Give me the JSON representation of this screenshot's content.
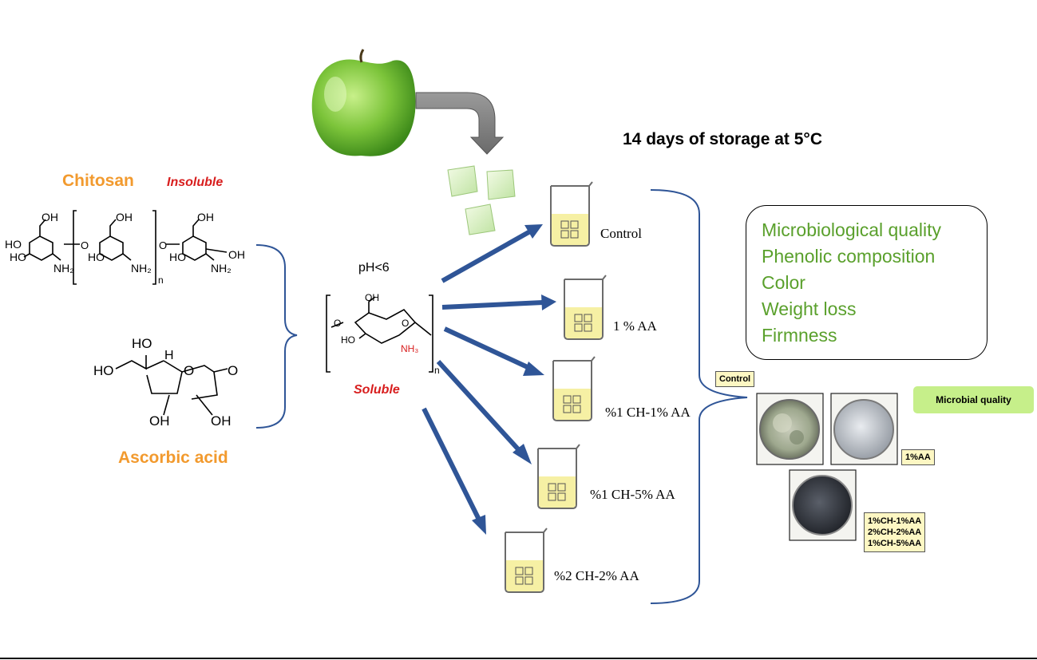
{
  "title": "14 days of storage at 5°C",
  "chitosan": {
    "label": "Chitosan",
    "solubility": "Insoluble"
  },
  "ascorbic": {
    "label": "Ascorbic acid"
  },
  "soluble_chitosan": {
    "condition": "pH<6",
    "solubility": "Soluble"
  },
  "structure_labels": {
    "oh": "OH",
    "ho": "HO",
    "nh2": "NH₂",
    "nh3": "NH₃",
    "o": "O",
    "n": "n",
    "h": "H"
  },
  "treatments": [
    "Control",
    "1 % AA",
    "%1 CH-1% AA",
    "%1 CH-5% AA",
    "%2 CH-2% AA"
  ],
  "analyses": [
    "Microbiological quality",
    "Phenolic composition",
    "Color",
    "Weight loss",
    "Firmness"
  ],
  "plates": {
    "control_tag": "Control",
    "aa_tag": "1%AA",
    "coating_tags": [
      "1%CH-1%AA",
      "2%CH-2%AA",
      "1%CH-5%AA"
    ],
    "button": "Microbial quality"
  },
  "colors": {
    "arrow_blue": "#2f5597",
    "orange_label": "#f29a2e",
    "red_label": "#d81e1e",
    "green_text": "#5aa02c",
    "beaker_liquid": "#f6f0a4",
    "apple_green": "#7cc43a"
  }
}
